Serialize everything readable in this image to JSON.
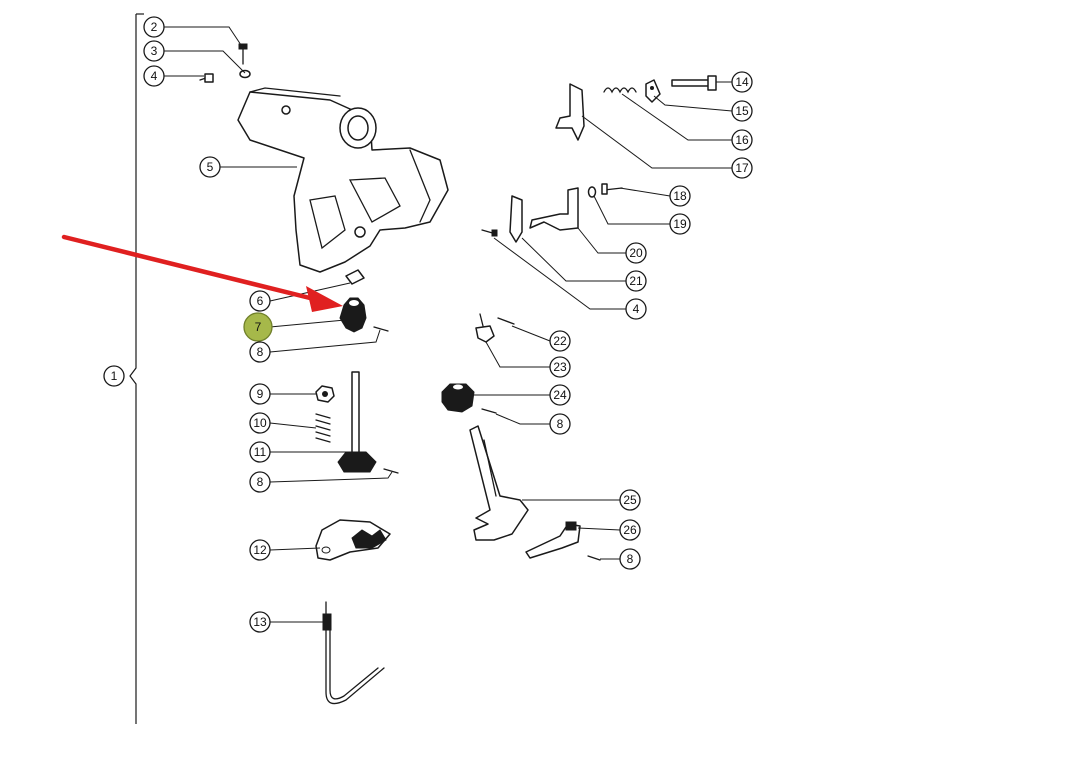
{
  "diagram": {
    "accent_color": "#e02020",
    "highlight_color": "#a6b84a",
    "highlighted_part": "7",
    "assembly_label": "1",
    "callouts": [
      "2",
      "3",
      "4",
      "5",
      "6",
      "7",
      "8",
      "8",
      "8",
      "8",
      "9",
      "10",
      "11",
      "12",
      "13",
      "14",
      "15",
      "16",
      "17",
      "18",
      "19",
      "20",
      "21",
      "4",
      "22",
      "23",
      "24",
      "25",
      "26"
    ]
  }
}
